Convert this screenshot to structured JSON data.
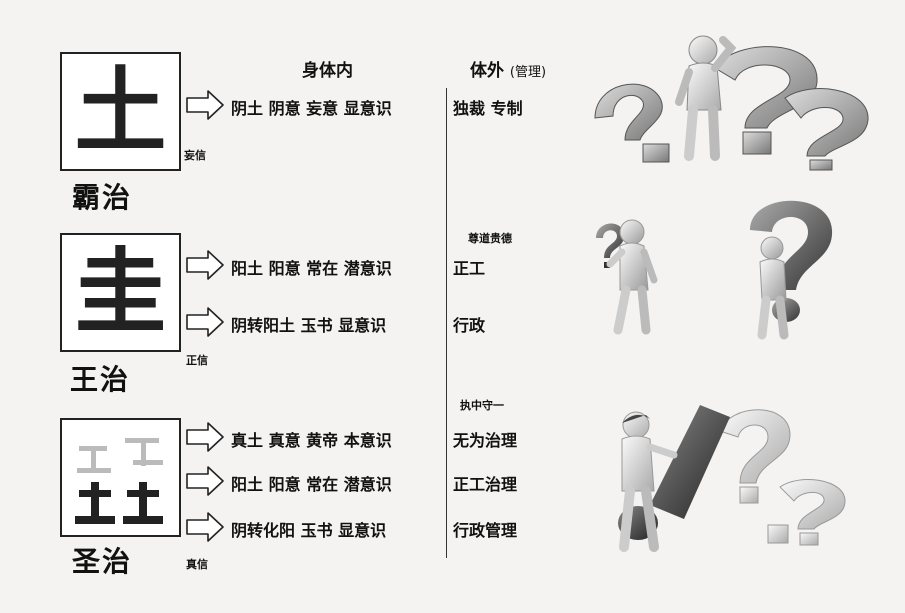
{
  "columns": {
    "inner": "身体内",
    "outer": "体外",
    "outer_note": "(管理)"
  },
  "sections": [
    {
      "glyph": "土",
      "title": "霸治",
      "belief": "妄信",
      "virtue": "",
      "rows": [
        {
          "inner": "阴土 阴意 妄意 显意识",
          "outer": "独裁 专制"
        }
      ]
    },
    {
      "glyph": "圭",
      "title": "王治",
      "belief": "正信",
      "virtue": "尊道贵德",
      "rows": [
        {
          "inner": "阳土 阳意 常在 潜意识",
          "outer": "正工"
        },
        {
          "inner": "阴转阳土 玉书 显意识",
          "outer": "行政"
        }
      ]
    },
    {
      "glyph": "",
      "title": "圣治",
      "belief": "真信",
      "virtue": "执中守一",
      "rows": [
        {
          "inner": "真土 真意 黄帝 本意识",
          "outer": "无为治理"
        },
        {
          "inner": "阳土 阳意 常在 潜意识",
          "outer": "正工治理"
        },
        {
          "inner": "阴转化阳 玉书 显意识",
          "outer": "行政管理"
        }
      ]
    }
  ],
  "icons": [
    "right-arrow-icon",
    "question-mark-figure-icon",
    "exclamation-figure-icon"
  ]
}
